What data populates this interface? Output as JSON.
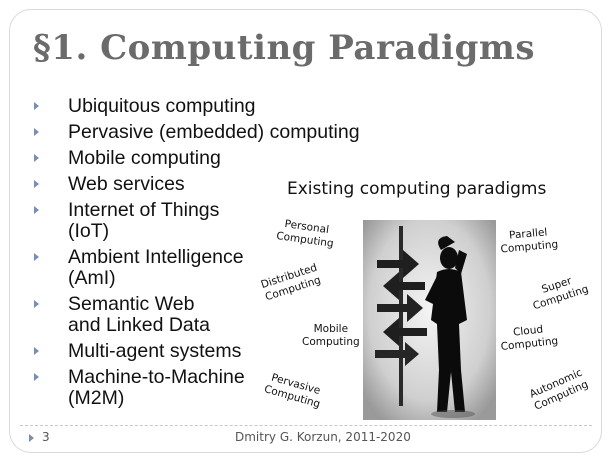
{
  "slide": {
    "title": "§1. Computing Paradigms",
    "bullets": [
      "Ubiquitous computing",
      "Pervasive (embedded) computing",
      "Mobile computing",
      "Web services",
      "Internet of Things\n(IoT)",
      "Ambient Intelligence\n(AmI)",
      "Semantic Web\nand Linked Data",
      "Multi-agent systems",
      "Machine-to-Machine\n(M2M)"
    ],
    "figure": {
      "caption": "Existing computing paradigms",
      "tags": {
        "personal": "Personal\nComputing",
        "distributed": "Distributed\nComputing",
        "mobile": "Mobile\nComputing",
        "pervasive": "Pervasive\nComputing",
        "parallel": "Parallel\nComputing",
        "super": "Super\nComputing",
        "cloud": "Cloud\nComputing",
        "autonomic": "Autonomic\nComputing"
      }
    },
    "footer": {
      "page_number": "3",
      "text": "Dmitry G.  Korzun, 2011-2020"
    }
  }
}
